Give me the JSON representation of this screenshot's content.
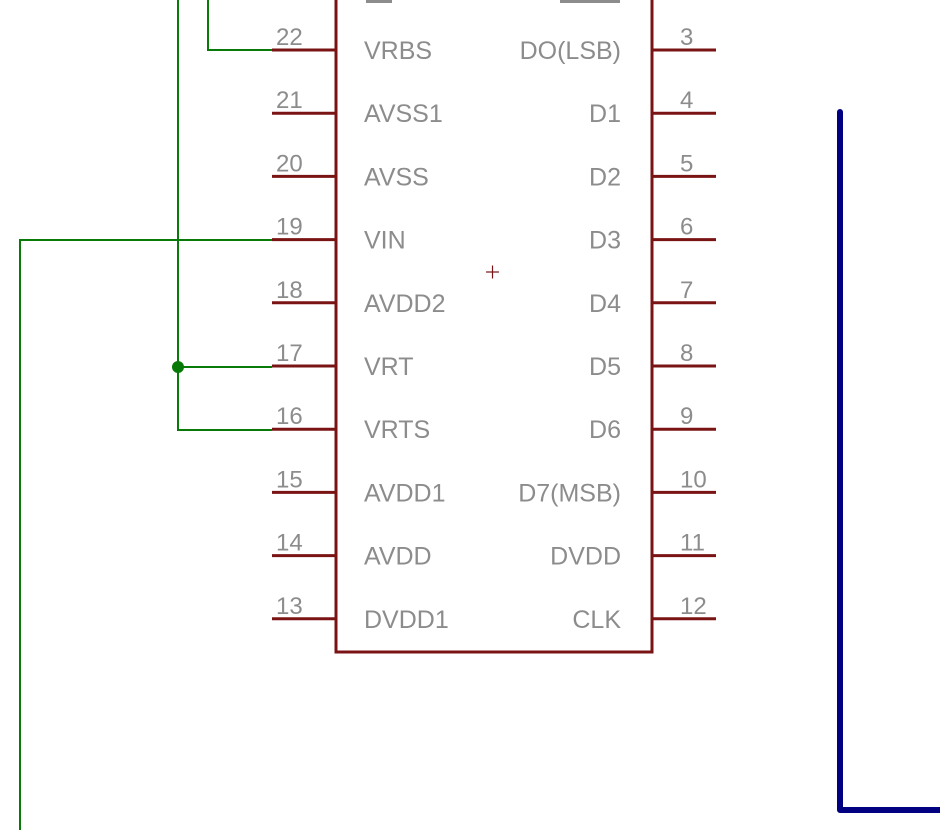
{
  "colors": {
    "background": "#ffffff",
    "symbol": "#7a1414",
    "net": "#087a08",
    "bus": "#000080",
    "text": "#8c8c8c"
  },
  "left_pins": [
    {
      "number": "22",
      "name": "VRBS"
    },
    {
      "number": "21",
      "name": "AVSS1"
    },
    {
      "number": "20",
      "name": "AVSS"
    },
    {
      "number": "19",
      "name": "VIN"
    },
    {
      "number": "18",
      "name": "AVDD2"
    },
    {
      "number": "17",
      "name": "VRT"
    },
    {
      "number": "16",
      "name": "VRTS"
    },
    {
      "number": "15",
      "name": "AVDD1"
    },
    {
      "number": "14",
      "name": "AVDD"
    },
    {
      "number": "13",
      "name": "DVDD1"
    }
  ],
  "right_pins": [
    {
      "number": "3",
      "name": "DO(LSB)"
    },
    {
      "number": "4",
      "name": "D1"
    },
    {
      "number": "5",
      "name": "D2"
    },
    {
      "number": "6",
      "name": "D3"
    },
    {
      "number": "7",
      "name": "D4"
    },
    {
      "number": "8",
      "name": "D5"
    },
    {
      "number": "9",
      "name": "D6"
    },
    {
      "number": "10",
      "name": "D7(MSB)"
    },
    {
      "number": "11",
      "name": "DVDD"
    },
    {
      "number": "12",
      "name": "CLK"
    }
  ]
}
